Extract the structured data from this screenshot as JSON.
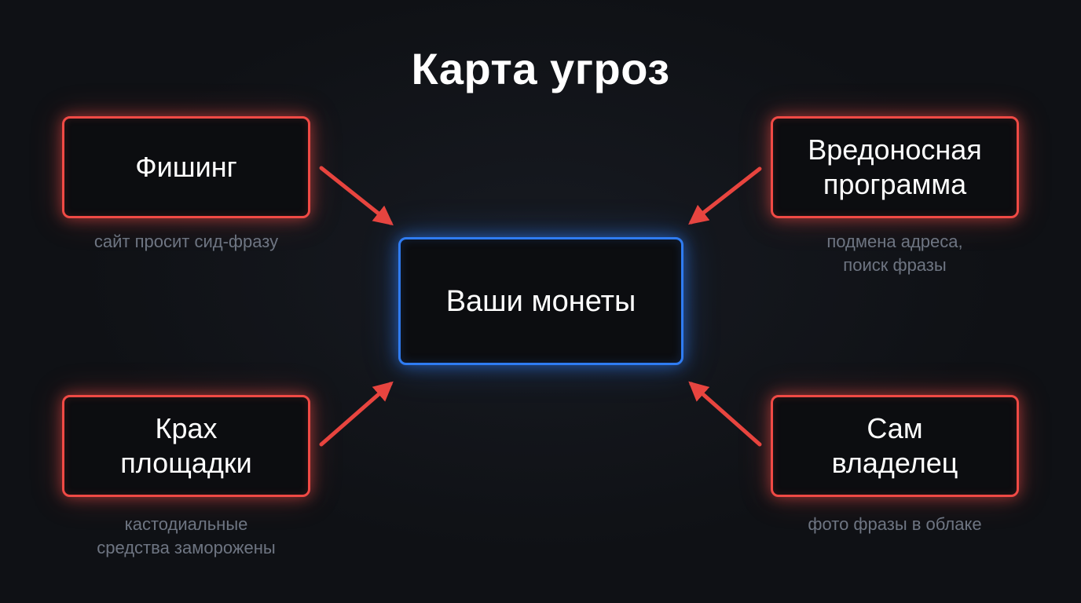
{
  "title": "Карта угроз",
  "center": {
    "label": "Ваши монеты"
  },
  "threats": {
    "phishing": {
      "label": "Фишинг",
      "caption": "сайт просит сид-фразу"
    },
    "malware": {
      "label": "Вредоносная\nпрограмма",
      "caption": "подмена адреса,\nпоиск фразы"
    },
    "crash": {
      "label": "Крах\nплощадки",
      "caption": "кастодиальные\nсредства заморожены"
    },
    "owner": {
      "label": "Сам\nвладелец",
      "caption": "фото фразы в облаке"
    }
  },
  "colors": {
    "threat": "#f04a45",
    "center": "#2f7cf2",
    "arrow": "#e8453f",
    "caption": "#6e7582",
    "background": "#0f1115"
  }
}
